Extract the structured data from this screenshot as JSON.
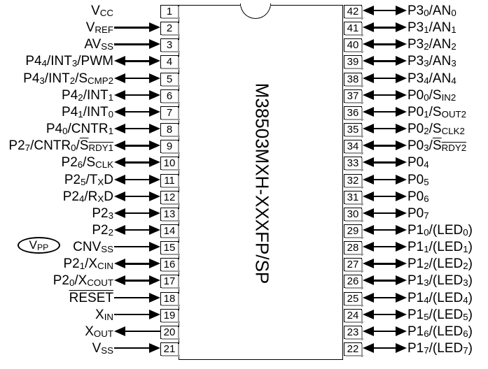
{
  "diagram": {
    "type": "mcu-pinout",
    "chip_label": "M38503MXH-XXXFP/SP",
    "package_pin_count": 42,
    "vpp_marker": {
      "text": "V",
      "sub": "PP",
      "full": "VPP"
    },
    "left_pins": [
      {
        "number": "1",
        "label_html": "V<sub>CC</sub>",
        "text": "Vcc",
        "dir": "none"
      },
      {
        "number": "2",
        "label_html": "V<sub>REF</sub>",
        "text": "VREF",
        "dir": "in"
      },
      {
        "number": "3",
        "label_html": "AV<sub>SS</sub>",
        "text": "AVss",
        "dir": "in"
      },
      {
        "number": "4",
        "label_html": "P4<sub>4</sub>/INT<sub>3</sub>/PWM",
        "text": "P44/INT3/PWM",
        "dir": "bi"
      },
      {
        "number": "5",
        "label_html": "P4<sub>3</sub>/INT<sub>2</sub>/S<sub>CMP2</sub>",
        "text": "P43/INT2/SCMP2",
        "dir": "bi"
      },
      {
        "number": "6",
        "label_html": "P4<sub>2</sub>/INT<sub>1</sub>",
        "text": "P42/INT1",
        "dir": "bi"
      },
      {
        "number": "7",
        "label_html": "P4<sub>1</sub>/INT<sub>0</sub>",
        "text": "P41/INT0",
        "dir": "bi"
      },
      {
        "number": "8",
        "label_html": "P4<sub>0</sub>/CNTR<sub>1</sub>",
        "text": "P40/CNTR1",
        "dir": "bi"
      },
      {
        "number": "9",
        "label_html": "P2<sub>7</sub>/CNTR<sub>0</sub>/<span class=\"ovl\">S<sub>RDY1</sub></span>",
        "text": "P27/CNTR0/SRDY1",
        "dir": "bi"
      },
      {
        "number": "10",
        "label_html": "P2<sub>6</sub>/S<sub>CLK</sub>",
        "text": "P26/SCLK",
        "dir": "bi"
      },
      {
        "number": "11",
        "label_html": "P2<sub>5</sub>/T<sub>X</sub>D",
        "text": "P25/TxD",
        "dir": "bi"
      },
      {
        "number": "12",
        "label_html": "P2<sub>4</sub>/R<sub>X</sub>D",
        "text": "P24/RxD",
        "dir": "bi"
      },
      {
        "number": "13",
        "label_html": "P2<sub>3</sub>",
        "text": "P23",
        "dir": "bi"
      },
      {
        "number": "14",
        "label_html": "P2<sub>2</sub>",
        "text": "P22",
        "dir": "bi"
      },
      {
        "number": "15",
        "label_html": "CNV<sub>SS</sub>",
        "text": "CNVss",
        "dir": "in"
      },
      {
        "number": "16",
        "label_html": "P2<sub>1</sub>/X<sub>CIN</sub>",
        "text": "P21/XCIN",
        "dir": "bi"
      },
      {
        "number": "17",
        "label_html": "P2<sub>0</sub>/X<sub>COUT</sub>",
        "text": "P20/XCOUT",
        "dir": "bi"
      },
      {
        "number": "18",
        "label_html": "<span class=\"ovl\">RESET</span>",
        "text": "RESET",
        "dir": "in"
      },
      {
        "number": "19",
        "label_html": "X<sub>IN</sub>",
        "text": "XIN",
        "dir": "in"
      },
      {
        "number": "20",
        "label_html": "X<sub>OUT</sub>",
        "text": "XOUT",
        "dir": "out"
      },
      {
        "number": "21",
        "label_html": "V<sub>SS</sub>",
        "text": "Vss",
        "dir": "in"
      }
    ],
    "right_pins": [
      {
        "number": "42",
        "label_html": "P3<sub>0</sub>/AN<sub>0</sub>",
        "text": "P30/AN0",
        "dir": "bi"
      },
      {
        "number": "41",
        "label_html": "P3<sub>1</sub>/AN<sub>1</sub>",
        "text": "P31/AN1",
        "dir": "bi"
      },
      {
        "number": "40",
        "label_html": "P3<sub>2</sub>/AN<sub>2</sub>",
        "text": "P32/AN2",
        "dir": "bi"
      },
      {
        "number": "39",
        "label_html": "P3<sub>3</sub>/AN<sub>3</sub>",
        "text": "P33/AN3",
        "dir": "bi"
      },
      {
        "number": "38",
        "label_html": "P3<sub>4</sub>/AN<sub>4</sub>",
        "text": "P34/AN4",
        "dir": "bi"
      },
      {
        "number": "37",
        "label_html": "P0<sub>0</sub>/S<sub>IN2</sub>",
        "text": "P00/SIN2",
        "dir": "bi"
      },
      {
        "number": "36",
        "label_html": "P0<sub>1</sub>/S<sub>OUT2</sub>",
        "text": "P01/SOUT2",
        "dir": "bi"
      },
      {
        "number": "35",
        "label_html": "P0<sub>2</sub>/S<sub>CLK2</sub>",
        "text": "P02/SCLK2",
        "dir": "bi"
      },
      {
        "number": "34",
        "label_html": "P0<sub>3</sub>/<span class=\"ovl\">S<sub>RDY2</sub></span>",
        "text": "P03/SRDY2",
        "dir": "bi"
      },
      {
        "number": "33",
        "label_html": "P0<sub>4</sub>",
        "text": "P04",
        "dir": "bi"
      },
      {
        "number": "32",
        "label_html": "P0<sub>5</sub>",
        "text": "P05",
        "dir": "bi"
      },
      {
        "number": "31",
        "label_html": "P0<sub>6</sub>",
        "text": "P06",
        "dir": "bi"
      },
      {
        "number": "30",
        "label_html": "P0<sub>7</sub>",
        "text": "P07",
        "dir": "bi"
      },
      {
        "number": "29",
        "label_html": "P1<sub>0</sub>/(LED<sub>0</sub>)",
        "text": "P10/(LED0)",
        "dir": "bi"
      },
      {
        "number": "28",
        "label_html": "P1<sub>1</sub>/(LED<sub>1</sub>)",
        "text": "P11/(LED1)",
        "dir": "bi"
      },
      {
        "number": "27",
        "label_html": "P1<sub>2</sub>/(LED<sub>2</sub>)",
        "text": "P12/(LED2)",
        "dir": "bi"
      },
      {
        "number": "26",
        "label_html": "P1<sub>3</sub>/(LED<sub>3</sub>)",
        "text": "P13/(LED3)",
        "dir": "bi"
      },
      {
        "number": "25",
        "label_html": "P1<sub>4</sub>/(LED<sub>4</sub>)",
        "text": "P14/(LED4)",
        "dir": "bi"
      },
      {
        "number": "24",
        "label_html": "P1<sub>5</sub>/(LED<sub>5</sub>)",
        "text": "P15/(LED5)",
        "dir": "bi"
      },
      {
        "number": "23",
        "label_html": "P1<sub>6</sub>/(LED<sub>6</sub>)",
        "text": "P16/(LED6)",
        "dir": "bi"
      },
      {
        "number": "22",
        "label_html": "P1<sub>7</sub>/(LED<sub>7</sub>)",
        "text": "P17/(LED7)",
        "dir": "bi"
      }
    ],
    "colors": {
      "ink": "#000000",
      "background": "#ffffff",
      "box_shadow": "#9a9a9a"
    }
  }
}
